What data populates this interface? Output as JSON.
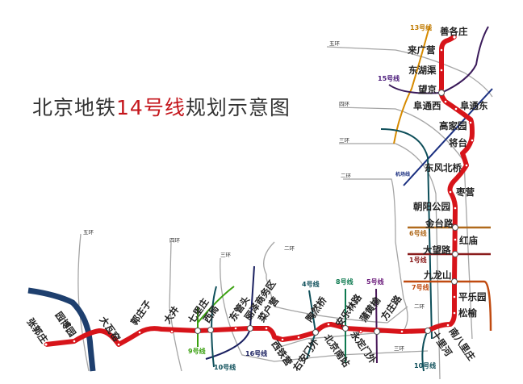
{
  "title": {
    "prefix": "北京地铁",
    "highlight": "14号线",
    "suffix": "规划示意图"
  },
  "colors": {
    "line14": "#d7141a",
    "ring": "#999999",
    "river": "#1e3f6e"
  },
  "rings": [
    "五环",
    "四环",
    "三环",
    "二环"
  ],
  "lines": {
    "l13": "13号线",
    "l15": "15号线",
    "airport": "机场线",
    "l6": "6号线",
    "l1": "1号线",
    "l7": "7号线",
    "l5": "5号线",
    "l8": "8号线",
    "l4": "4号线",
    "l16": "16号线",
    "l10": "10号线",
    "l9": "9号线"
  },
  "stations": [
    "善各庄",
    "来广营",
    "东湖渠",
    "望京",
    "阜通西",
    "阜通东",
    "高家园",
    "将台",
    "东风北桥",
    "枣营",
    "朝阳公园",
    "金台路",
    "红庙",
    "大望路",
    "九龙山",
    "平乐园",
    "松榆",
    "南八里庄",
    "十里河",
    "方庄路",
    "蒲黄榆",
    "安乐林路",
    "永定门外",
    "北京南站",
    "陶然桥",
    "右安门外",
    "西铁营",
    "菜户营",
    "丽泽商务区",
    "东管头",
    "西局",
    "七里庄",
    "大井",
    "郭庄子",
    "大瓦窑",
    "园博园",
    "张郭庄"
  ]
}
